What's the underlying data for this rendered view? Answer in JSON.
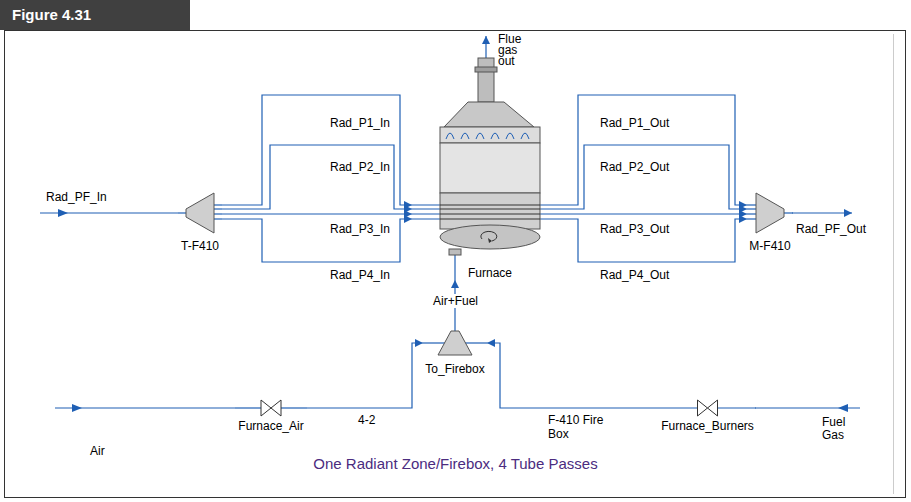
{
  "diagram": {
    "title": "Figure 4.31",
    "caption": "One Radiant Zone/Firebox, 4 Tube Passes",
    "nodes": [
      {
        "text": [
          "T-F410"
        ]
      },
      {
        "text": [
          "Furnace"
        ]
      },
      {
        "text": [
          "M-F410"
        ]
      },
      {
        "text": [
          "To_Firebox"
        ]
      },
      {
        "text": [
          "Furnace_Air"
        ]
      },
      {
        "text": [
          "Furnace_Burners"
        ]
      }
    ],
    "edges": [
      {
        "from": 0,
        "to": 1,
        "label": "Rad_P1_In",
        "arrow": "to"
      },
      {
        "from": 0,
        "to": 1,
        "label": "Rad_P2_In",
        "arrow": "to"
      },
      {
        "from": 0,
        "to": 1,
        "label": "Rad_P3_In",
        "arrow": "to"
      },
      {
        "from": 0,
        "to": 1,
        "label": "Rad_P4_In",
        "arrow": "to"
      },
      {
        "from": 1,
        "to": 2,
        "label": "Rad_P1_Out",
        "arrow": "to"
      },
      {
        "from": 1,
        "to": 2,
        "label": "Rad_P2_Out",
        "arrow": "to"
      },
      {
        "from": 1,
        "to": 2,
        "label": "Rad_P3_Out",
        "arrow": "to"
      },
      {
        "from": 1,
        "to": 2,
        "label": "Rad_P4_Out",
        "arrow": "to"
      },
      {
        "from": 3,
        "to": 1,
        "label": "Air+Fuel",
        "arrow": "to"
      },
      {
        "from": 4,
        "to": 3,
        "label": "4-2",
        "arrow": "to"
      },
      {
        "from": 5,
        "to": 3,
        "label": "F-410 Fire Box",
        "arrow": "to"
      }
    ],
    "labels": [
      "Rad_PF_In",
      "Flue gas out",
      "Rad_PF_Out",
      "Air",
      "Fuel Gas"
    ]
  }
}
